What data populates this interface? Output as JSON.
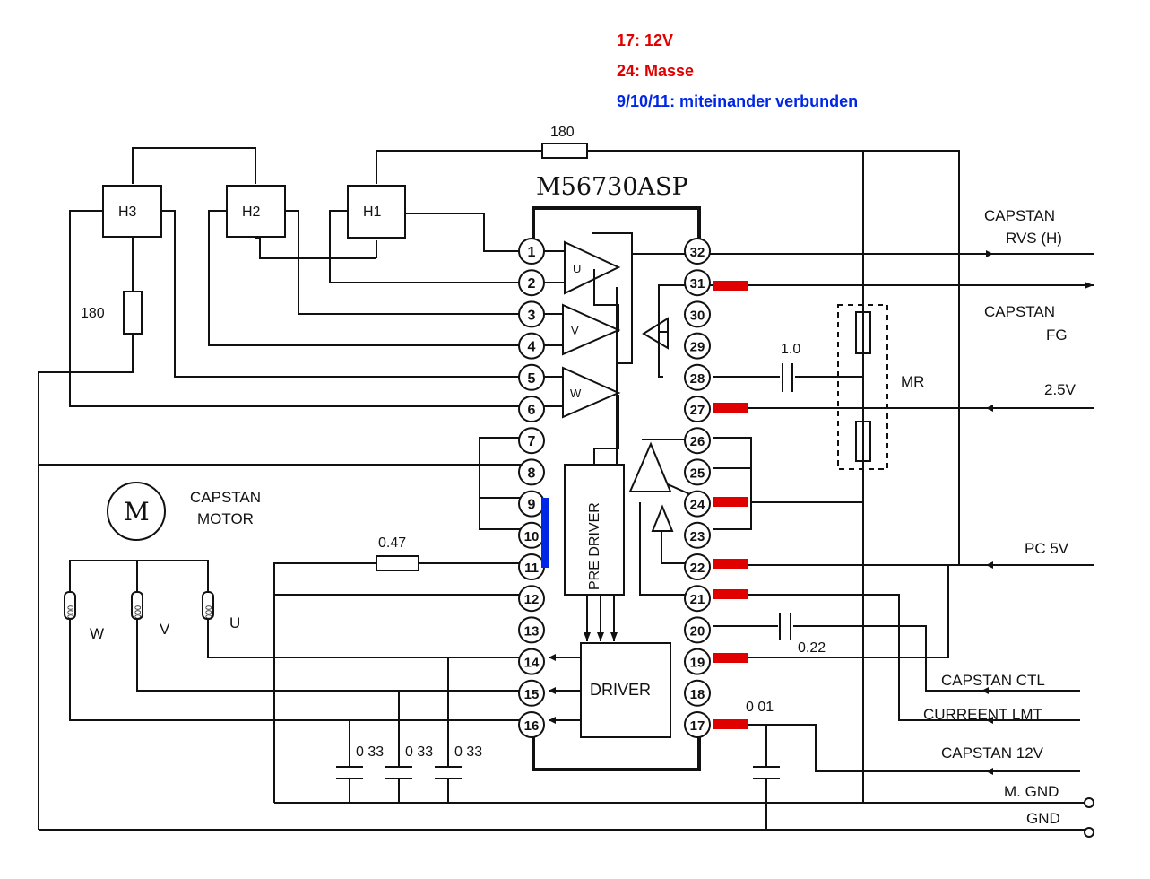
{
  "notes": [
    {
      "text": "17: 12V",
      "color": "#e00000"
    },
    {
      "text": "24: Masse",
      "color": "#e00000"
    },
    {
      "text": "9/10/11: miteinander verbunden",
      "color": "#0026e6"
    }
  ],
  "chip_name": "M56730ASP",
  "hall_sensors": [
    "H3",
    "H2",
    "H1"
  ],
  "resistors": {
    "top": "180",
    "left": "180",
    "sense": "0.47"
  },
  "capacitors": {
    "c28": "1.0",
    "c20": "0.22",
    "c17": "0 01",
    "c_motor": [
      "0 33",
      "0 33",
      "0 33"
    ]
  },
  "motor": {
    "symbol": "M",
    "line1": "CAPSTAN",
    "line2": "MOTOR",
    "windings": [
      "W",
      "V",
      "U"
    ],
    "coil_marking": "000"
  },
  "blocks": {
    "amps": [
      "U",
      "V",
      "W"
    ],
    "pre_driver": "PRE DRIVER",
    "driver": "DRIVER",
    "mr": "MR"
  },
  "pins_left": [
    "1",
    "2",
    "3",
    "4",
    "5",
    "6",
    "7",
    "8",
    "9",
    "10",
    "11",
    "12",
    "13",
    "14",
    "15",
    "16"
  ],
  "pins_right": [
    "32",
    "31",
    "30",
    "29",
    "28",
    "27",
    "26",
    "25",
    "24",
    "23",
    "22",
    "21",
    "20",
    "19",
    "18",
    "17"
  ],
  "connectors": {
    "rvs_line1": "CAPSTAN",
    "rvs_line2": "RVS (H)",
    "fg_line1": "CAPSTAN",
    "fg_line2": "FG",
    "v25": "2.5V",
    "pc5v": "PC 5V",
    "ctl": "CAPSTAN CTL",
    "lmt": "CURREENT LMT",
    "v12": "CAPSTAN 12V",
    "mgnd": "M. GND",
    "gnd": "GND"
  },
  "highlight_colors": {
    "red": "#e00000",
    "blue": "#0026e6"
  }
}
